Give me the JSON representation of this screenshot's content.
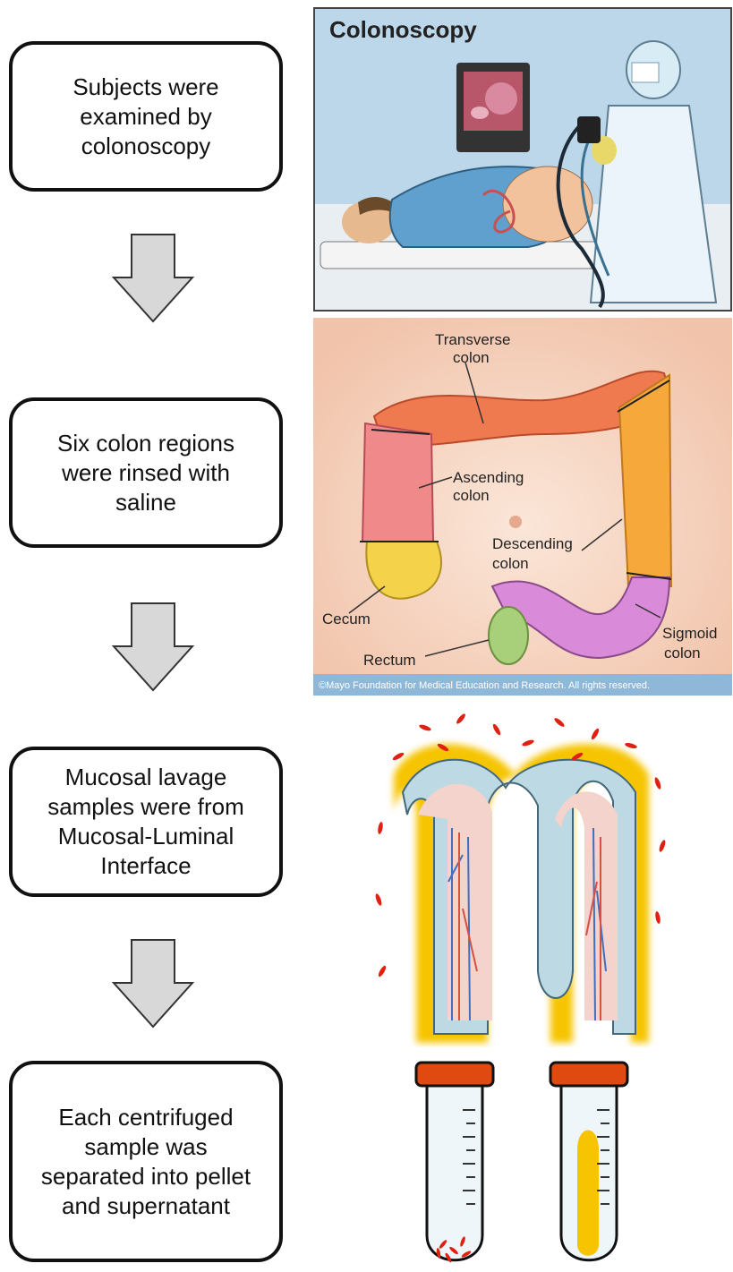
{
  "steps": [
    {
      "label": "Subjects were examined by colonoscopy"
    },
    {
      "label": "Six colon regions were rinsed with saline"
    },
    {
      "label": "Mucosal lavage samples were from Mucosal-Luminal Interface"
    },
    {
      "label": "Each centrifuged sample was separated into pellet and supernatant"
    }
  ],
  "colonoscopy": {
    "title": "Colonoscopy"
  },
  "anatomy": {
    "transverse": [
      "Transverse",
      "colon"
    ],
    "ascending": [
      "Ascending",
      "colon"
    ],
    "descending": [
      "Descending",
      "colon"
    ],
    "sigmoid": [
      "Sigmoid",
      "colon"
    ],
    "cecum": "Cecum",
    "rectum": "Rectum",
    "credit": "©Mayo Foundation for Medical Education and Research.  All rights reserved."
  },
  "colors": {
    "arrow_fill": "#d8d8d8",
    "transverse": "#f07a50",
    "ascending": "#f08a8a",
    "descending": "#f6a83a",
    "sigmoid": "#d98ad8",
    "cecum": "#f4d34a",
    "rectum": "#a8cf7a",
    "mucus": "#f6c400",
    "bacteria": "#e02010",
    "tube_cap": "#e04a10",
    "credit_bar": "#8fb8d8"
  }
}
